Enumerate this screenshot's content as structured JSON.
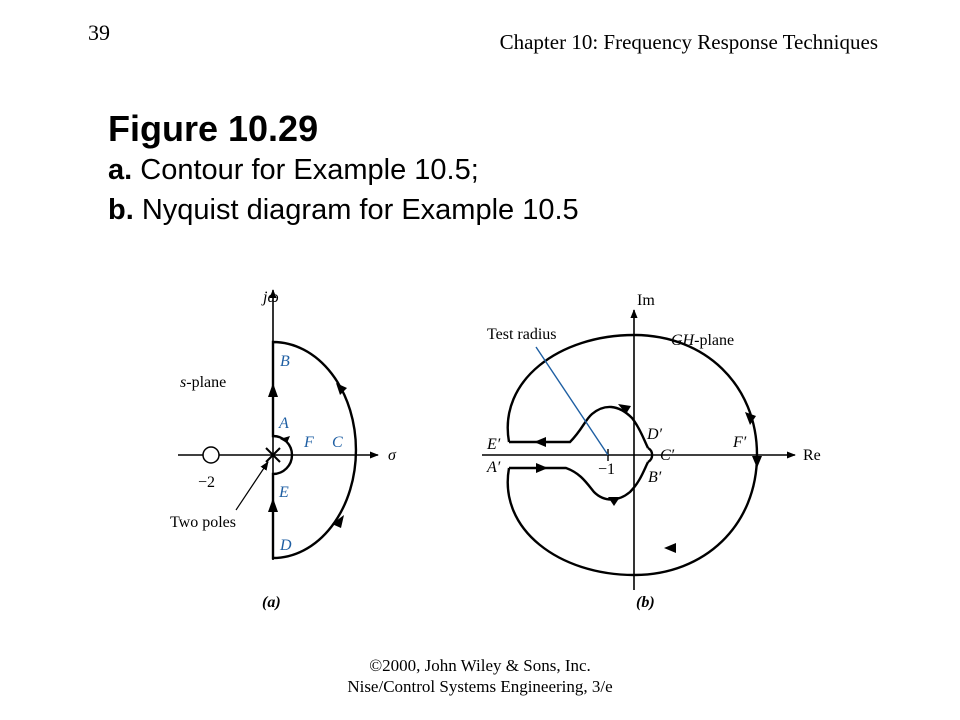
{
  "header": {
    "page_number": "39",
    "chapter": "Chapter 10: Frequency Response Techniques"
  },
  "title": {
    "figure": "Figure 10.29",
    "line_a_letter": "a.",
    "line_a_text": " Contour for Example 10.5;",
    "line_b_letter": "b.",
    "line_b_text": " Nyquist diagram for Example 10.5"
  },
  "diagram_a": {
    "axis_imag": "jω",
    "axis_real": "σ",
    "plane_label_s": "s",
    "plane_label_rest": "-plane",
    "zero_label": "−2",
    "poles_label": "Two poles",
    "points": {
      "A": "A",
      "B": "B",
      "C": "C",
      "D": "D",
      "E": "E",
      "F": "F"
    },
    "caption": "(a)",
    "colors": {
      "points": "#1f5fa3"
    }
  },
  "diagram_b": {
    "axis_imag": "Im",
    "axis_real": "Re",
    "plane_label_gh": "GH",
    "plane_label_rest": "-plane",
    "test_radius_label": "Test radius",
    "minus_one_label": "−1",
    "points": {
      "A": "A′",
      "B": "B′",
      "C": "C′",
      "D": "D′",
      "E": "E′",
      "F": "F′"
    },
    "caption": "(b)",
    "colors": {
      "test_radius_line": "#1f5fa3"
    }
  },
  "footer": {
    "line1": "©2000, John Wiley & Sons, Inc.",
    "line2": "Nise/Control Systems Engineering, 3/e"
  }
}
